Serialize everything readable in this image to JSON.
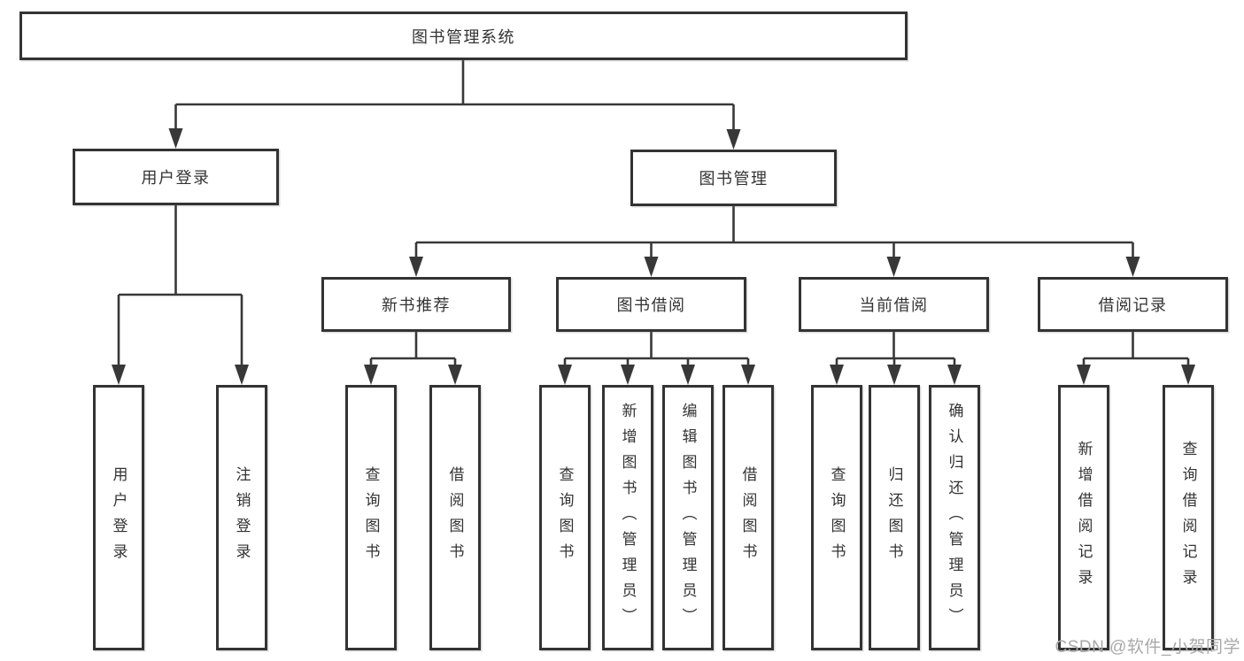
{
  "diagram": {
    "root": "图书管理系统",
    "level1": {
      "user_login": "用户登录",
      "book_mgmt": "图书管理"
    },
    "level2": {
      "new_books": "新书推荐",
      "borrowing": "图书借阅",
      "current": "当前借阅",
      "records": "借阅记录"
    },
    "leaves": {
      "login": "用户登录",
      "logout": "注销登录",
      "nb_query": "查询图书",
      "nb_borrow": "借阅图书",
      "bw_query": "查询图书",
      "bw_add": "新增图书（管理员）",
      "bw_edit": "编辑图书（管理员）",
      "bw_borrow": "借阅图书",
      "cur_query": "查询图书",
      "cur_return": "归还图书",
      "cur_confirm": "确认归还（管理员）",
      "rec_add": "新增借阅记录",
      "rec_query": "查询借阅记录"
    }
  },
  "watermark": "CSDN @软件_小贺同学",
  "colors": {
    "background": "#ffffff",
    "box_border": "#333333",
    "connector_line": "#383838",
    "text": "#333333",
    "watermark": "#a9a9a9"
  }
}
